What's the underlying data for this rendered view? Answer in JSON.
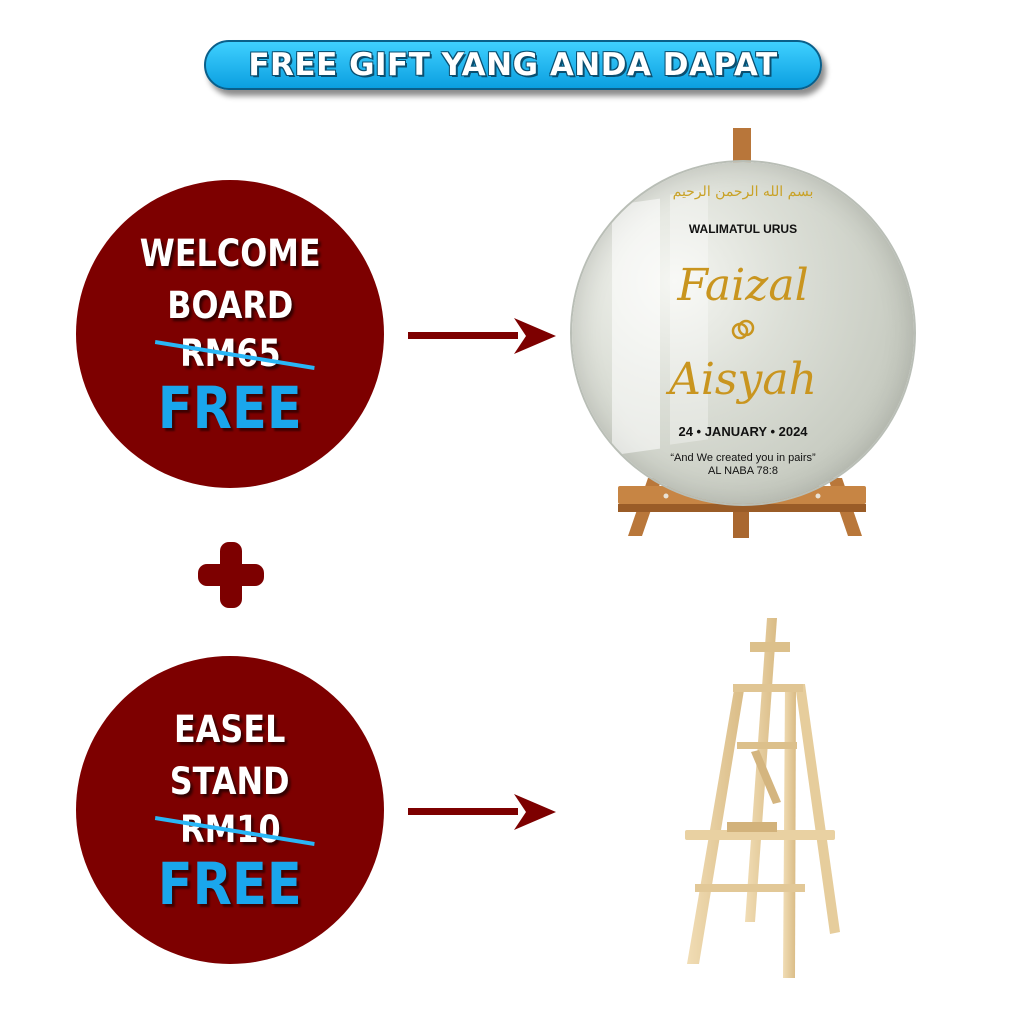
{
  "banner": {
    "text": "FREE GIFT YANG ANDA DAPAT"
  },
  "offers": [
    {
      "line1": "WELCOME",
      "line2": "BOARD",
      "old_price": "RM65",
      "free_label": "FREE"
    },
    {
      "line1": "EASEL",
      "line2": "STAND",
      "old_price": "RM10",
      "free_label": "FREE"
    }
  ],
  "board": {
    "arabic": "بسم الله الرحمن الرحيم",
    "heading": "WALIMATUL URUS",
    "name1": "Faizal",
    "name2": "Aisyah",
    "date": "24 • JANUARY • 2024",
    "quote": "“And We created you in pairs”",
    "reference": "AL NABA 78:8"
  },
  "colors": {
    "circle": "#7d0000",
    "arrow": "#7d0000",
    "banner": "#12b0ee",
    "free": "#1aa6ec",
    "gold": "#c9951f"
  },
  "icons": [
    "plus-icon",
    "arrow-right-icon",
    "wedding-rings-icon"
  ]
}
